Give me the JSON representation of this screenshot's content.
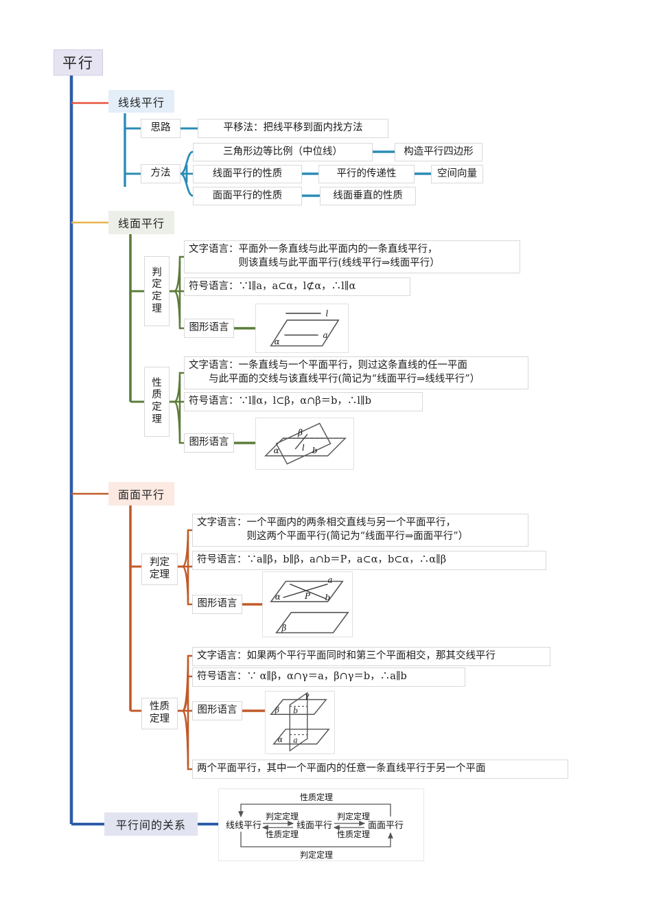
{
  "root": {
    "label": "平行"
  },
  "colors": {
    "trunk": "#2f5ca8",
    "branch_lianxian": "#e8503a",
    "branch_xianmian": "#e8b24a",
    "branch_mianmian": "#c25a28",
    "branch_guanxi": "#2f5ca8",
    "sub_blue": "#2b8cb5",
    "sub_green": "#5b7c3a",
    "sub_orange": "#c25a28",
    "node_root_bg": "#e7e4f2",
    "node_blue_bg": "#e3eef9",
    "node_green_bg": "#eceee8",
    "node_pink_bg": "#fbe9e2",
    "node_lavender_bg": "#e2e4f2"
  },
  "branches": {
    "line_line": {
      "label": "线线平行",
      "idea": {
        "label": "思路",
        "content": "平移法：把线平移到面内找方法"
      },
      "method": {
        "label": "方法",
        "items": [
          {
            "text": "三角形边等比例（中位线）",
            "next": [
              "构造平行四边形"
            ]
          },
          {
            "text": "线面平行的性质",
            "next": [
              "平行的传递性",
              "空间向量"
            ]
          },
          {
            "text": "面面平行的性质",
            "next": [
              "线面垂直的性质"
            ]
          }
        ]
      }
    },
    "line_plane": {
      "label": "线面平行",
      "judge": {
        "label": "判定定理",
        "label_chars": [
          "判",
          "定",
          "定",
          "理"
        ],
        "text_label": "文字语言",
        "text_content": "文字语言：平面外一条直线与此平面内的一条直线平行，\n　　　　　则该直线与此平面平行(线线平行⇒线面平行）",
        "symbol_label": "符号语言",
        "symbol_content": "符号语言：∵l∥a，a⊂α，l⊄α，∴l∥α",
        "figure_label": "图形语言",
        "figure_tags": [
          "l",
          "a",
          "α"
        ]
      },
      "property": {
        "label": "性质定理",
        "label_chars": [
          "性",
          "质",
          "定",
          "理"
        ],
        "text_content": "文字语言：一条直线与一个平面平行，则过这条直线的任一平面\n　　与此平面的交线与该直线平行(简记为“线面平行⇒线线平行”）",
        "symbol_content": "符号语言：∵l∥α，l⊂β，α∩β＝b，∴l∥b",
        "figure_label": "图形语言",
        "figure_tags": [
          "β",
          "l",
          "b",
          "α"
        ]
      }
    },
    "plane_plane": {
      "label": "面面平行",
      "judge": {
        "label": "判定定理",
        "label_lines": [
          "判定",
          "定理"
        ],
        "text_content": "文字语言：一个平面内的两条相交直线与另一个平面平行，\n　　　　　则这两个平面平行(简记为“线面平行⇒面面平行”）",
        "symbol_content": "符号语言：∵a∥β，b∥β，a∩b＝P，a⊂α，b⊂α，∴α∥β",
        "figure_label": "图形语言",
        "figure_tags": [
          "a",
          "b",
          "P",
          "α",
          "β"
        ]
      },
      "property": {
        "label": "性质定理",
        "label_lines": [
          "性质",
          "定理"
        ],
        "text_content": "文字语言：如果两个平行平面同时和第三个平面相交，那其交线平行",
        "symbol_content": "符号语言：∵ α∥β，α∩γ＝a，β∩γ＝b，∴a∥b",
        "figure_label": "图形语言",
        "figure_tags": [
          "β",
          "b",
          "γ",
          "α",
          "a"
        ],
        "extra_content": "两个平面平行，其中一个平面内的任意一条直线平行于另一个平面"
      }
    },
    "relations": {
      "label": "平行间的关系",
      "diagram": {
        "nodes": [
          "线线平行",
          "线面平行",
          "面面平行"
        ],
        "top_label": "性质定理",
        "bottom_label": "判定定理",
        "mid_left_above": "判定定理",
        "mid_left_below": "性质定理",
        "mid_right_above": "判定定理",
        "mid_right_below": "性质定理"
      }
    }
  }
}
